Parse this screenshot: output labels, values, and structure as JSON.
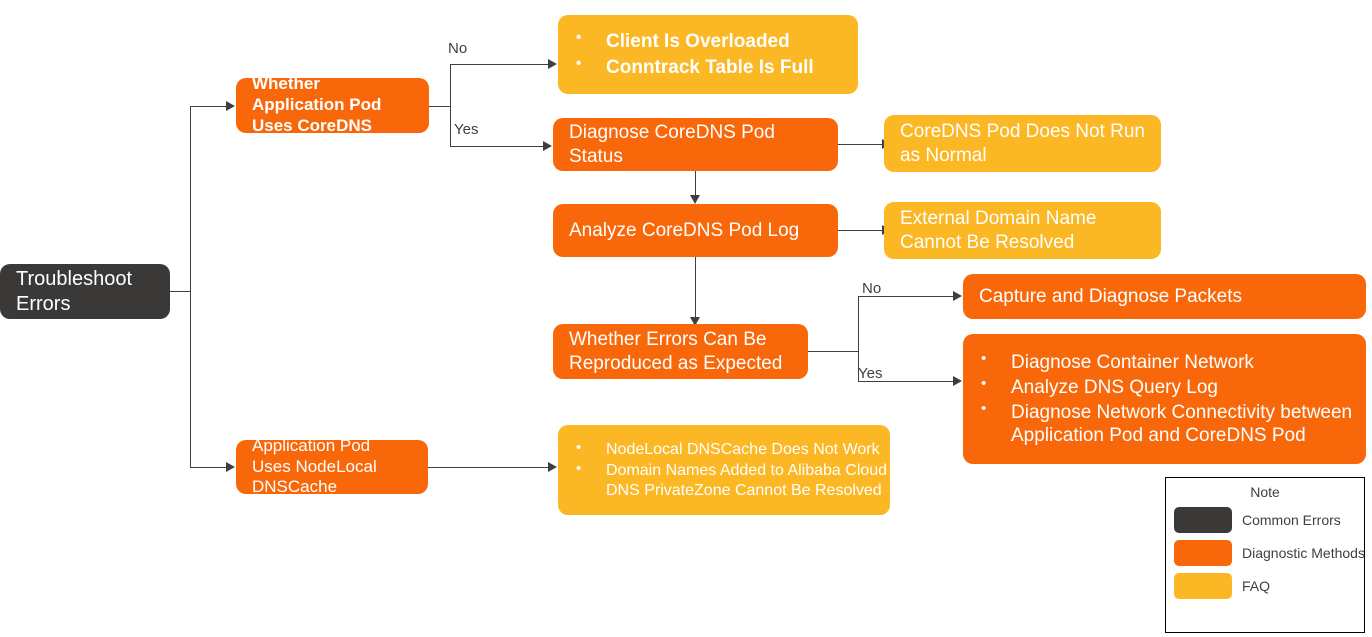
{
  "diagram": {
    "title": "Troubleshoot Errors",
    "colors": {
      "common_errors": "#3b3838",
      "diagnostic_methods": "#f8680b",
      "faq": "#fcb724",
      "connector": "#3f3f3f",
      "background": "#ffffff"
    },
    "nodes": {
      "root": {
        "label": "Troubleshoot Errors",
        "category": "Common Errors"
      },
      "decision_coredns": {
        "label": "Whether Application Pod\nUses CoreDNS",
        "category": "Diagnostic Methods"
      },
      "client_overloaded": {
        "category": "FAQ",
        "bullets": [
          "Client Is Overloaded",
          "Conntrack Table Is Full"
        ]
      },
      "diagnose_pod_status": {
        "label": "Diagnose CoreDNS Pod Status",
        "category": "Diagnostic Methods"
      },
      "pod_not_normal": {
        "label": "CoreDNS Pod Does Not Run as Normal",
        "category": "FAQ"
      },
      "analyze_pod_log": {
        "label": "Analyze CoreDNS Pod Log",
        "category": "Diagnostic Methods"
      },
      "external_domain": {
        "label": "External Domain Name Cannot Be Resolved",
        "category": "FAQ"
      },
      "decision_reproduce": {
        "label": "Whether Errors Can Be Reproduced as Expected",
        "category": "Diagnostic Methods"
      },
      "capture_packets": {
        "label": "Capture and Diagnose Packets",
        "category": "Diagnostic Methods"
      },
      "diagnose_network": {
        "category": "Diagnostic Methods",
        "bullets": [
          "Diagnose Container Network",
          "Analyze DNS Query Log",
          "Diagnose Network Connectivity between Application Pod and CoreDNS Pod"
        ]
      },
      "nodelocal_dnscache": {
        "label": "Application Pod Uses NodeLocal DNSCache",
        "category": "Diagnostic Methods"
      },
      "nodelocal_faq": {
        "category": "FAQ",
        "bullets": [
          "NodeLocal DNSCache Does Not Work",
          "Domain Names Added to Alibaba Cloud DNS PrivateZone Cannot Be Resolved"
        ]
      }
    },
    "edge_labels": {
      "coredns_no": "No",
      "coredns_yes": "Yes",
      "reproduce_no": "No",
      "reproduce_yes": "Yes"
    }
  },
  "legend": {
    "title": "Note",
    "items": [
      {
        "label": "Common Errors",
        "color": "#3b3838"
      },
      {
        "label": "Diagnostic Methods",
        "color": "#f8680b"
      },
      {
        "label": "FAQ",
        "color": "#fcb724"
      }
    ]
  }
}
